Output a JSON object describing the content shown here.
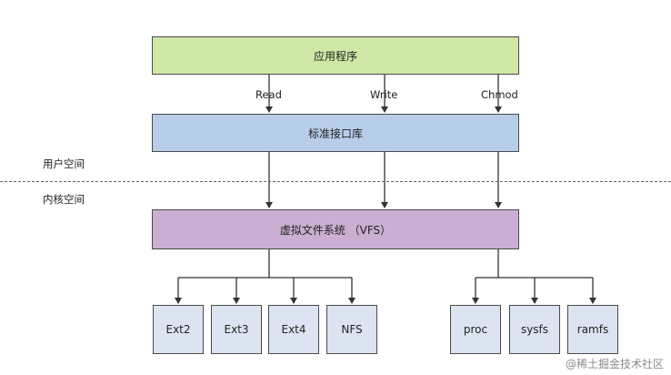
{
  "layers": {
    "app": "应用程序",
    "stdlib": "标准接口库",
    "vfs": "虚拟文件系统 （VFS）"
  },
  "calls": [
    "Read",
    "Write",
    "Chmod"
  ],
  "spaces": {
    "user": "用户空间",
    "kernel": "内核空间"
  },
  "filesystems_left": [
    "Ext2",
    "Ext3",
    "Ext4",
    "NFS"
  ],
  "filesystems_right": [
    "proc",
    "sysfs",
    "ramfs"
  ],
  "watermark": "@稀土掘金技术社区",
  "colors": {
    "app": "#cfe8a6",
    "stdlib": "#b8cde8",
    "vfs": "#cbaed1",
    "fs": "#dbe4f0",
    "stroke": "#333333"
  }
}
